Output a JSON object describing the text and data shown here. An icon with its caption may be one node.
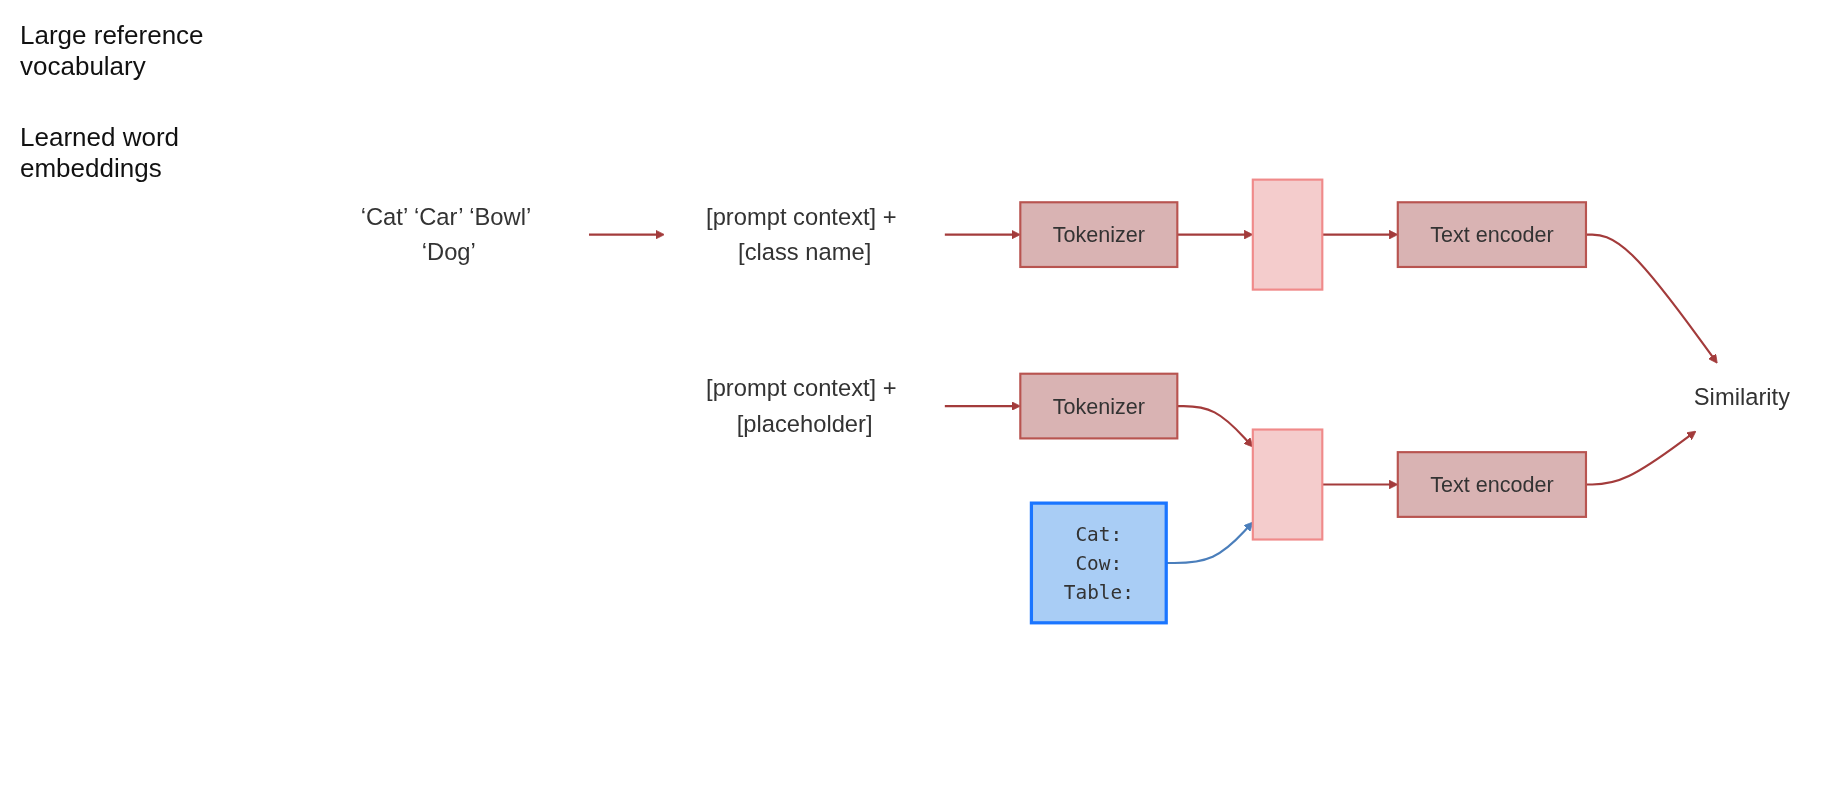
{
  "diagram": {
    "nodes": [
      {
        "text": [
          "‘Cat’ ‘Car’ ‘Bowl’ ‘Dog’"
        ]
      },
      {
        "text": [
          "[prompt context] + [class name]"
        ]
      },
      {
        "text": [
          "Tokenizer"
        ]
      },
      {
        "text": [],
        "shape": "box"
      },
      {
        "text": [
          "Text encoder"
        ]
      },
      {
        "text": [
          "Similarity"
        ]
      },
      {
        "text": [
          "[prompt context] + [placeholder]"
        ]
      },
      {
        "text": [
          "Tokenizer"
        ]
      },
      {
        "text": [],
        "shape": "box"
      },
      {
        "text": [
          "Text encoder"
        ]
      },
      {
        "text": [
          "Cat:",
          "Cow:",
          "Table:"
        ]
      }
    ],
    "edges": [
      {
        "from": 0,
        "to": 1,
        "arrow": "to"
      },
      {
        "from": 1,
        "to": 2,
        "arrow": "to"
      },
      {
        "from": 2,
        "to": 3,
        "arrow": "to"
      },
      {
        "from": 3,
        "to": 4,
        "arrow": "to"
      },
      {
        "from": 4,
        "to": 5,
        "arrow": "to"
      },
      {
        "from": 6,
        "to": 7,
        "arrow": "to"
      },
      {
        "from": 7,
        "to": 8,
        "arrow": "to"
      },
      {
        "from": 8,
        "to": 9,
        "arrow": "to"
      },
      {
        "from": 9,
        "to": 5,
        "arrow": "to"
      },
      {
        "from": 10,
        "to": 8,
        "arrow": "to",
        "color": "#4a7ebb"
      }
    ],
    "labels": [
      "Large reference vocabulary",
      "Learned word embeddings"
    ]
  }
}
